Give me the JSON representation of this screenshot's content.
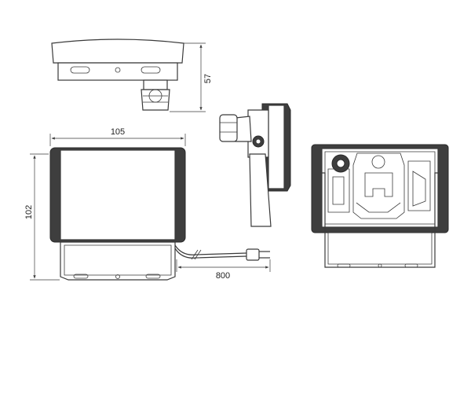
{
  "dimensions": {
    "depth": "57",
    "width": "105",
    "height": "102",
    "cable_length": "800"
  },
  "colors": {
    "line": "#3a3a3a",
    "housing_dark": "#3e3e3e",
    "background": "#ffffff"
  }
}
